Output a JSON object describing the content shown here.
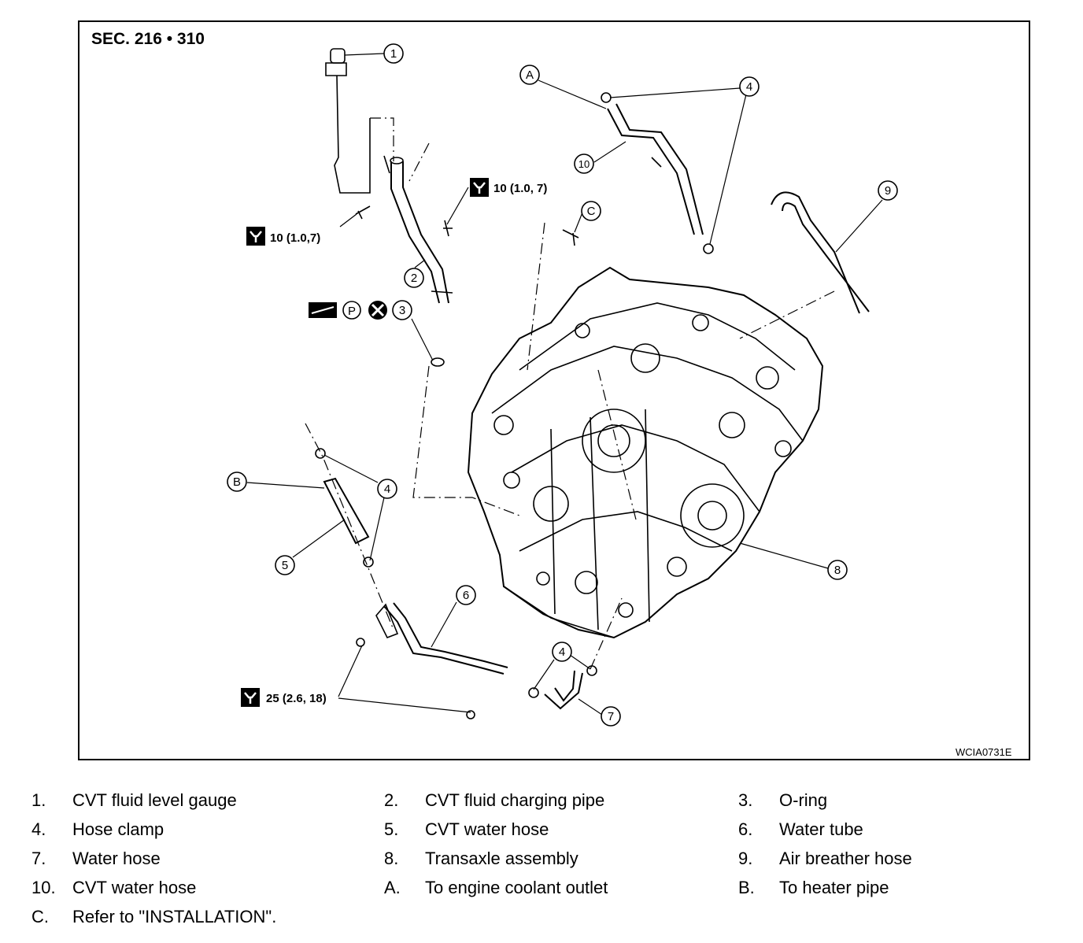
{
  "diagram": {
    "section": "SEC. 216 • 310",
    "code": "WCIA0731E",
    "callouts": [
      "1",
      "2",
      "3",
      "4",
      "4",
      "4",
      "4",
      "5",
      "6",
      "7",
      "8",
      "9",
      "10",
      "A",
      "B",
      "C"
    ],
    "torques": [
      "10 (1.0,7)",
      "10 (1.0, 7)",
      "25 (2.6, 18)"
    ],
    "symbols": {
      "p": "P"
    }
  },
  "legend": [
    {
      "key": "1.",
      "text": "CVT fluid level gauge"
    },
    {
      "key": "2.",
      "text": "CVT fluid charging pipe"
    },
    {
      "key": "3.",
      "text": "O-ring"
    },
    {
      "key": "4.",
      "text": "Hose clamp"
    },
    {
      "key": "5.",
      "text": "CVT water hose"
    },
    {
      "key": "6.",
      "text": "Water tube"
    },
    {
      "key": "7.",
      "text": "Water hose"
    },
    {
      "key": "8.",
      "text": "Transaxle assembly"
    },
    {
      "key": "9.",
      "text": "Air breather hose"
    },
    {
      "key": "10.",
      "text": " CVT water hose"
    },
    {
      "key": "A.",
      "text": "To engine coolant outlet"
    },
    {
      "key": "B.",
      "text": "To heater pipe"
    },
    {
      "key": "C.",
      "text": "Refer to \"INSTALLATION\"."
    }
  ]
}
